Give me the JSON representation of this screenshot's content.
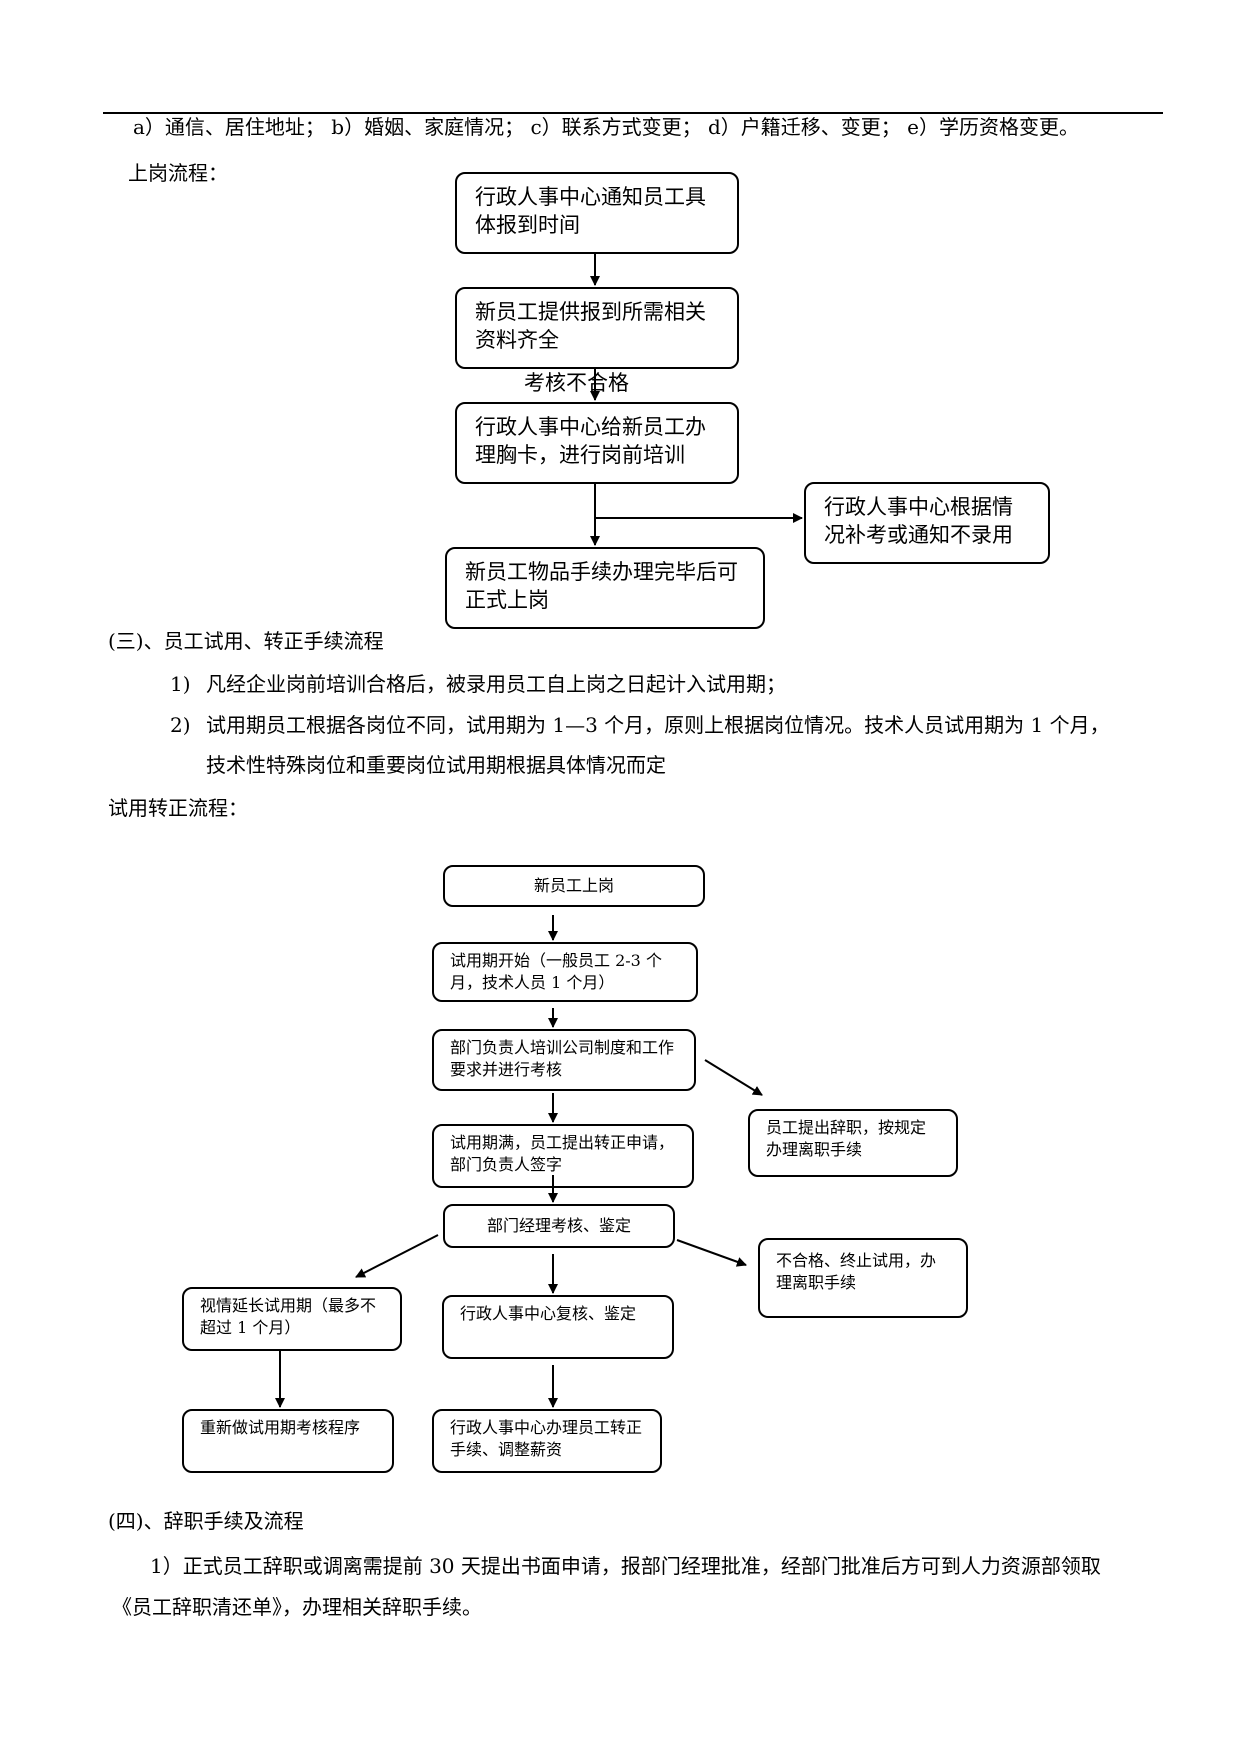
{
  "header_items": "a）通信、居住地址； b）婚姻、家庭情况； c）联系方式变更； d）户籍迁移、变更； e）学历资格变更。",
  "onboarding": {
    "label": "上岗流程：",
    "boxes": [
      "行政人事中心通知员工具体报到时间",
      "新员工提供报到所需相关资料齐全",
      "行政人事中心给新员工办理胸卡，进行岗前培训",
      "行政人事中心根据情况补考或通知不录用",
      "新员工物品手续办理完毕后可正式上岗"
    ],
    "fail_label": "考核不合格"
  },
  "section3": {
    "heading": "(三)、员工试用、转正手续流程",
    "items": [
      {
        "num": "1)",
        "text": "凡经企业岗前培训合格后，被录用员工自上岗之日起计入试用期；"
      },
      {
        "num": "2)",
        "text": "试用期员工根据各岗位不同，试用期为 1—3 个月，原则上根据岗位情况。技术人员试用期为 1 个月，",
        "cont": "技术性特殊岗位和重要岗位试用期根据具体情况而定"
      }
    ],
    "flow_label": "试用转正流程："
  },
  "probation": {
    "boxes": [
      "新员工上岗",
      "试用期开始（一般员工 2-3 个月，技术人员 1 个月）",
      "部门负责人培训公司制度和工作要求并进行考核",
      "员工提出辞职，按规定办理离职手续",
      "试用期满，员工提出转正申请，部门负责人签字",
      "部门经理考核、鉴定",
      "不合格、终止试用，办理离职手续",
      "视情延长试用期（最多不超过 1 个月）",
      "行政人事中心复核、鉴定",
      "重新做试用期考核程序",
      "行政人事中心办理员工转正手续、调整薪资"
    ]
  },
  "section4": {
    "heading": "(四)、辞职手续及流程",
    "para_line1": "1）正式员工辞职或调离需提前 30 天提出书面申请，报部门经理批准，经部门批准后方可到人力资源部领取",
    "para_line2": "《员工辞职清还单》，办理相关辞职手续。"
  }
}
